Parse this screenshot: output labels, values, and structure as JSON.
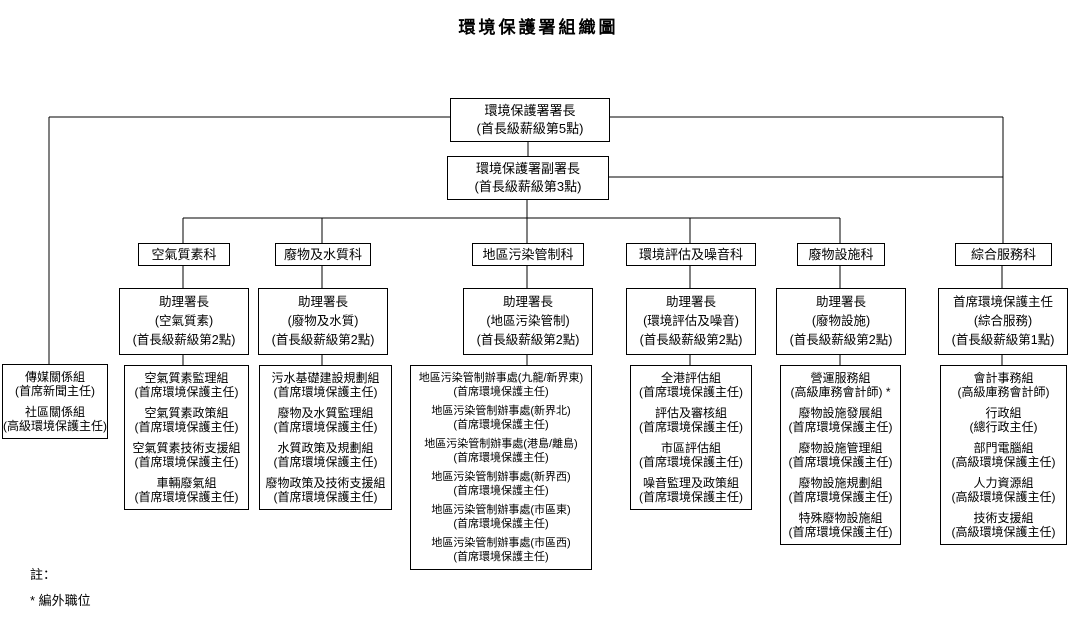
{
  "title": "環境保護署組織圖",
  "director": {
    "name": "環境保護署署長",
    "grade": "(首長級薪級第5點)"
  },
  "deputy": {
    "name": "環境保護署副署長",
    "grade": "(首長級薪級第3點)"
  },
  "public_relations": {
    "units": [
      {
        "name": "傳媒關係組",
        "title": "(首席新聞主任)"
      },
      {
        "name": "社區關係組",
        "title": "(高級環境保護主任)"
      }
    ]
  },
  "divisions": [
    {
      "name": "空氣質素科",
      "head": {
        "post": "助理署長",
        "division": "(空氣質素)",
        "grade": "(首長級薪級第2點)"
      },
      "units": [
        {
          "name": "空氣質素監理組",
          "title": "(首席環境保護主任)"
        },
        {
          "name": "空氣質素政策組",
          "title": "(首席環境保護主任)"
        },
        {
          "name": "空氣質素技術支援組",
          "title": "(首席環境保護主任)"
        },
        {
          "name": "車輛廢氣組",
          "title": "(首席環境保護主任)"
        }
      ]
    },
    {
      "name": "廢物及水質科",
      "head": {
        "post": "助理署長",
        "division": "(廢物及水質)",
        "grade": "(首長級薪級第2點)"
      },
      "units": [
        {
          "name": "污水基礎建設規劃組",
          "title": "(首席環境保護主任)"
        },
        {
          "name": "廢物及水質監理組",
          "title": "(首席環境保護主任)"
        },
        {
          "name": "水質政策及規劃組",
          "title": "(首席環境保護主任)"
        },
        {
          "name": "廢物政策及技術支援組",
          "title": "(首席環境保護主任)"
        }
      ]
    },
    {
      "name": "地區污染管制科",
      "head": {
        "post": "助理署長",
        "division": "(地區污染管制)",
        "grade": "(首長級薪級第2點)"
      },
      "units": [
        {
          "name": "地區污染管制辦事處(九龍/新界東)",
          "title": "(首席環境保護主任)"
        },
        {
          "name": "地區污染管制辦事處(新界北)",
          "title": "(首席環境保護主任)"
        },
        {
          "name": "地區污染管制辦事處(港島/離島)",
          "title": "(首席環境保護主任)"
        },
        {
          "name": "地區污染管制辦事處(新界西)",
          "title": "(首席環境保護主任)"
        },
        {
          "name": "地區污染管制辦事處(市區東)",
          "title": "(首席環境保護主任)"
        },
        {
          "name": "地區污染管制辦事處(市區西)",
          "title": "(首席環境保護主任)"
        }
      ]
    },
    {
      "name": "環境評估及噪音科",
      "head": {
        "post": "助理署長",
        "division": "(環境評估及噪音)",
        "grade": "(首長級薪級第2點)"
      },
      "units": [
        {
          "name": "全港評估組",
          "title": "(首席環境保護主任)"
        },
        {
          "name": "評估及審核組",
          "title": "(首席環境保護主任)"
        },
        {
          "name": "市區評估組",
          "title": "(首席環境保護主任)"
        },
        {
          "name": "噪音監理及政策組",
          "title": "(首席環境保護主任)"
        }
      ]
    },
    {
      "name": "廢物設施科",
      "head": {
        "post": "助理署長",
        "division": "(廢物設施)",
        "grade": "(首長級薪級第2點)"
      },
      "units": [
        {
          "name": "營運服務組",
          "title": "(高級庫務會計師) *"
        },
        {
          "name": "廢物設施發展組",
          "title": "(首席環境保護主任)"
        },
        {
          "name": "廢物設施管理組",
          "title": "(首席環境保護主任)"
        },
        {
          "name": "廢物設施規劃組",
          "title": "(首席環境保護主任)"
        },
        {
          "name": "特殊廢物設施組",
          "title": "(首席環境保護主任)"
        }
      ]
    },
    {
      "name": "綜合服務科",
      "head": {
        "post": "首席環境保護主任",
        "division": "(綜合服務)",
        "grade": "(首長級薪級第1點)"
      },
      "units": [
        {
          "name": "會計事務組",
          "title": "(高級庫務會計師)"
        },
        {
          "name": "行政組",
          "title": "(總行政主任)"
        },
        {
          "name": "部門電腦組",
          "title": "(高級環境保護主任)"
        },
        {
          "name": "人力資源組",
          "title": "(高級環境保護主任)"
        },
        {
          "name": "技術支援組",
          "title": "(高級環境保護主任)"
        }
      ]
    }
  ],
  "note": {
    "label": "註：",
    "item": "*  編外職位"
  }
}
